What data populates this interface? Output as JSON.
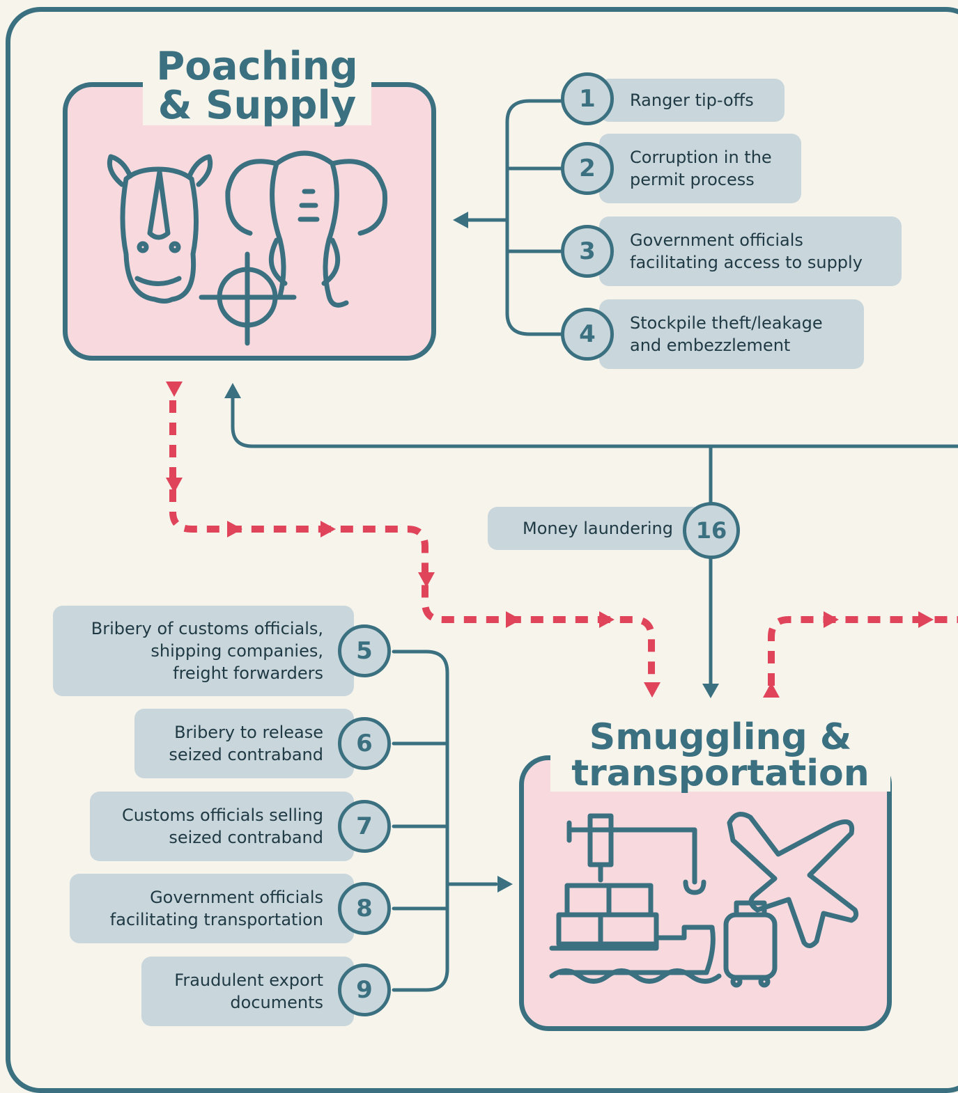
{
  "poaching": {
    "title_line1": "Poaching",
    "title_line2": "& Supply",
    "icon": "rhino-elephant-crosshair-icon"
  },
  "smuggling": {
    "title_line1": "Smuggling &",
    "title_line2": "transportation",
    "icon": "ship-crane-plane-luggage-icon"
  },
  "supply_risks": [
    {
      "num": "1",
      "text": "Ranger tip-offs"
    },
    {
      "num": "2",
      "text": "Corruption in the\npermit process"
    },
    {
      "num": "3",
      "text": "Government officials\nfacilitating access to supply"
    },
    {
      "num": "4",
      "text": "Stockpile theft/leakage\nand embezzlement"
    }
  ],
  "transport_risks": [
    {
      "num": "5",
      "text": "Bribery of customs officials,\nshipping companies,\nfreight forwarders"
    },
    {
      "num": "6",
      "text": "Bribery to release\nseized contraband"
    },
    {
      "num": "7",
      "text": "Customs officials selling\nseized contraband"
    },
    {
      "num": "8",
      "text": "Government officials\nfacilitating transportation"
    },
    {
      "num": "9",
      "text": "Fraudulent export\ndocuments"
    }
  ],
  "money": {
    "num": "16",
    "text": "Money laundering"
  },
  "colors": {
    "teal": "#3a7080",
    "pink": "#f8d9de",
    "pill": "#c9d6db",
    "red": "#e0445a",
    "background": "#f7f4ec"
  }
}
